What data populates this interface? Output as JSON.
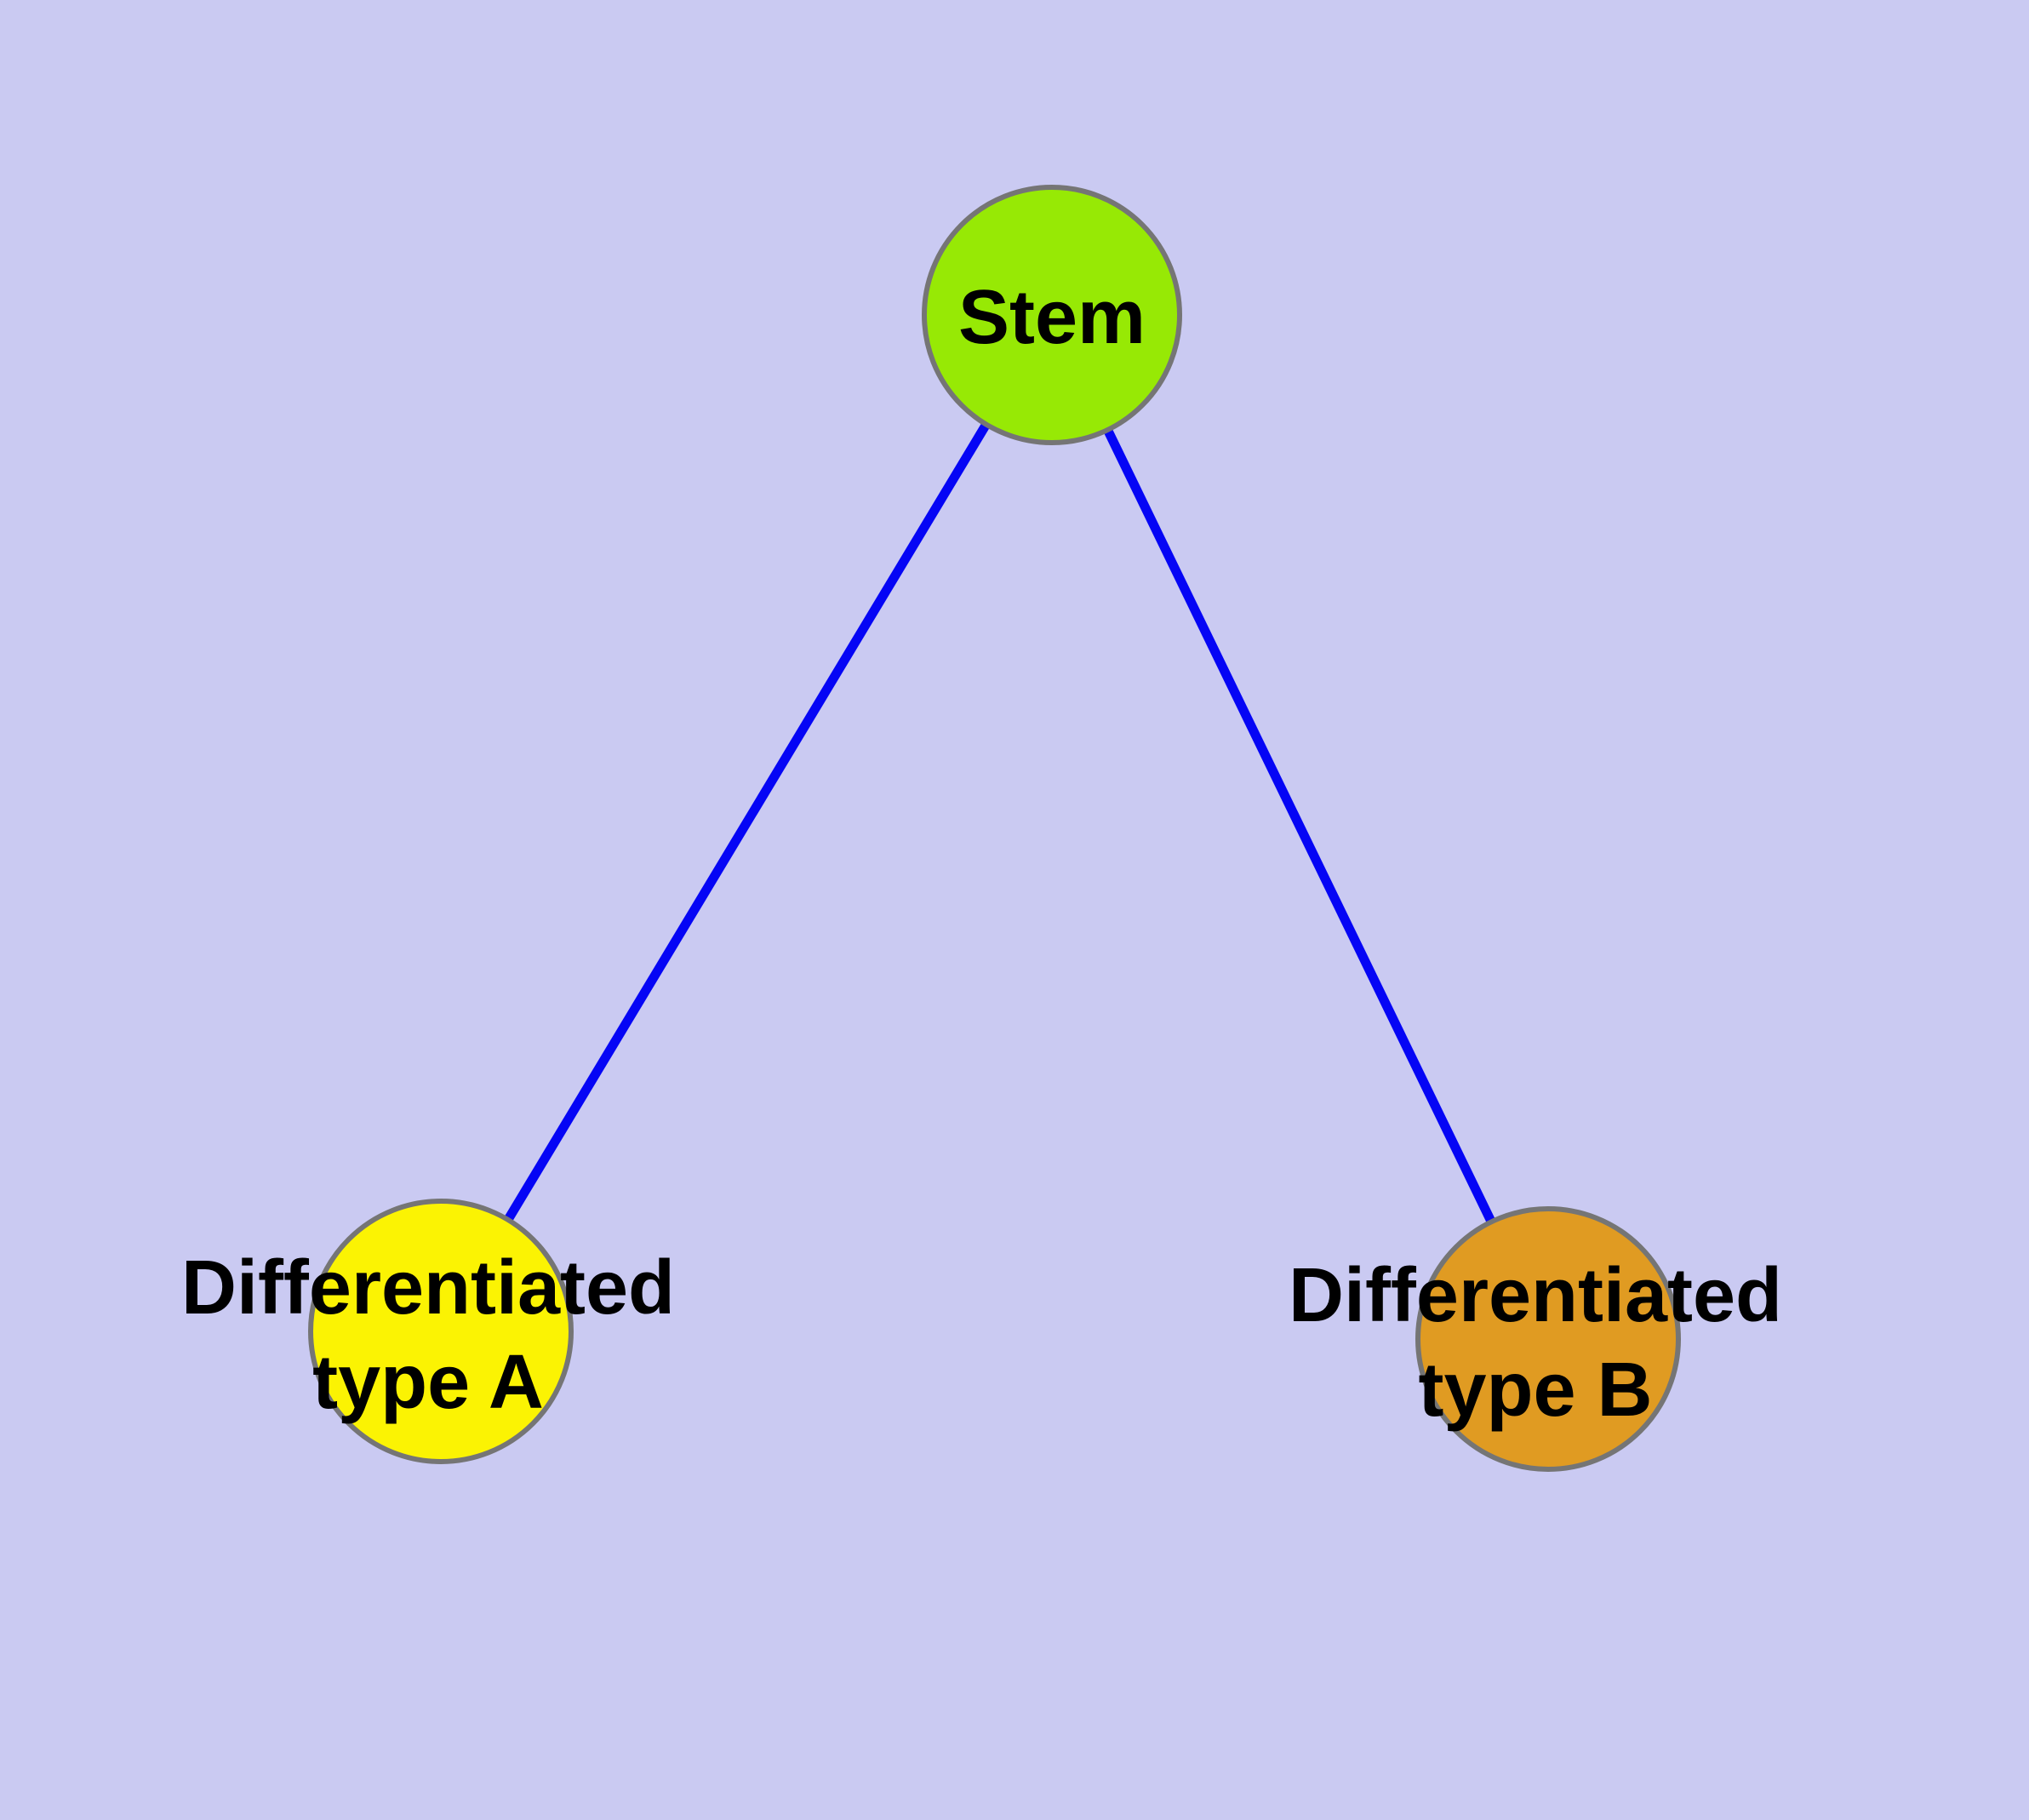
{
  "canvas": {
    "background_color": "#CACAF2"
  },
  "edges": {
    "color": "#0505F5",
    "connections": [
      {
        "from": "Stem",
        "to": "Differentiated type A"
      },
      {
        "from": "Stem",
        "to": "Differentiated type B"
      }
    ]
  },
  "nodes": {
    "stem": {
      "label": "Stem",
      "fill": "#97E905",
      "stroke": "#757575"
    },
    "type_a": {
      "label_line1": "Differentiated",
      "label_line2": "type A",
      "fill": "#FBF303",
      "stroke": "#757575"
    },
    "type_b": {
      "label_line1": "Differentiated",
      "label_line2": "type B",
      "fill": "#E09B22",
      "stroke": "#757575"
    }
  }
}
